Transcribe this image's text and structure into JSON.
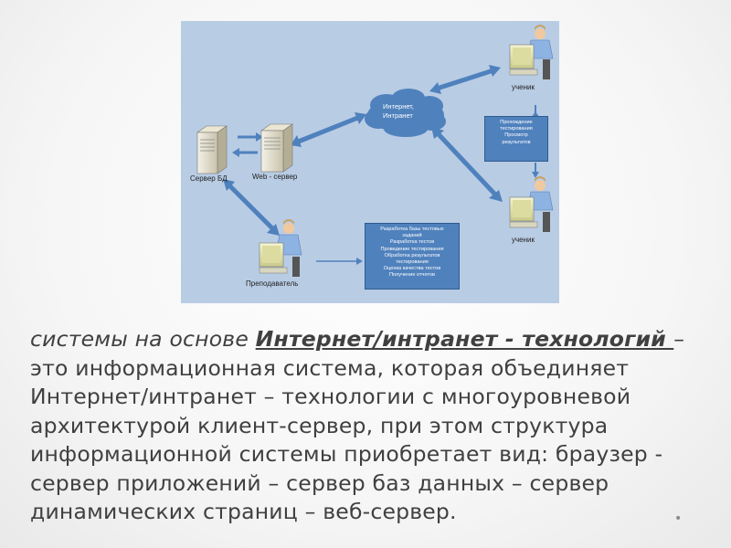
{
  "diagram": {
    "labels": {
      "db_server": "Сервер БД",
      "web_server": "Web - сервер",
      "cloud_line1": "Интернет,",
      "cloud_line2": "Интранет",
      "student_top": "ученик",
      "student_bottom": "ученик",
      "teacher": "Преподаватель"
    },
    "student_box": [
      "Прохождение",
      "тестирования",
      "Просмотр",
      "результатов"
    ],
    "teacher_box": [
      "Разработка базы тестовых",
      "заданий",
      "Разработка тестов",
      "Проведение тестирования",
      "Обработка результатов",
      "тестирования",
      "Оценка качества тестов",
      "Получение отчетов"
    ],
    "colors": {
      "background": "#b8cce4",
      "arrow": "#4f81bd",
      "cloud": "#4f81bd",
      "box": "#4f81bd"
    }
  },
  "text": {
    "intro": "системы на основе ",
    "term": "Интернет/интранет - технологий ",
    "body": "– это информационная система, которая объединяет Интернет/интранет – технологии с многоуровневой архитектурой клиент-сервер, при этом структура информационной системы приобретает вид: браузер - сервер приложений – сервер баз данных – сервер динамических страниц – веб-сервер."
  }
}
